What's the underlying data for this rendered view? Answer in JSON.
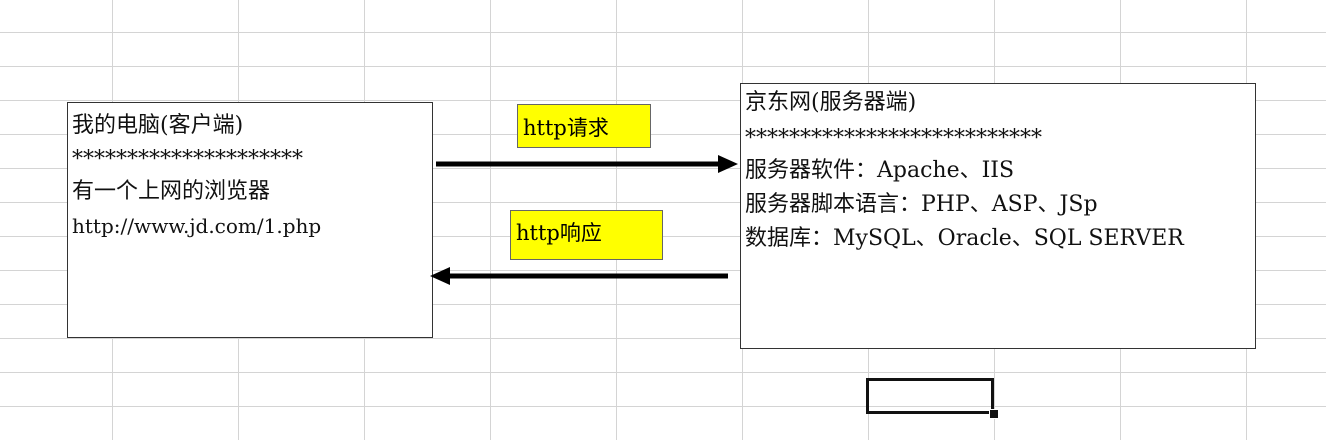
{
  "client": {
    "title": "我的电脑(客户端)",
    "divider": "*********************",
    "line1": "有一个上网的浏览器",
    "url": "http://www.jd.com/1.php"
  },
  "server": {
    "title": "京东网(服务器端)",
    "divider": "***************************",
    "software": "服务器软件：Apache、IIS",
    "script_lang": "服务器脚本语言：PHP、ASP、JSp",
    "database": "数据库：MySQL、Oracle、SQL SERVER"
  },
  "arrows": {
    "request_label": "http请求",
    "response_label": "http响应"
  },
  "colors": {
    "label_bg": "#ffff00",
    "arrow": "#000000",
    "grid": "#d4d4d4"
  }
}
